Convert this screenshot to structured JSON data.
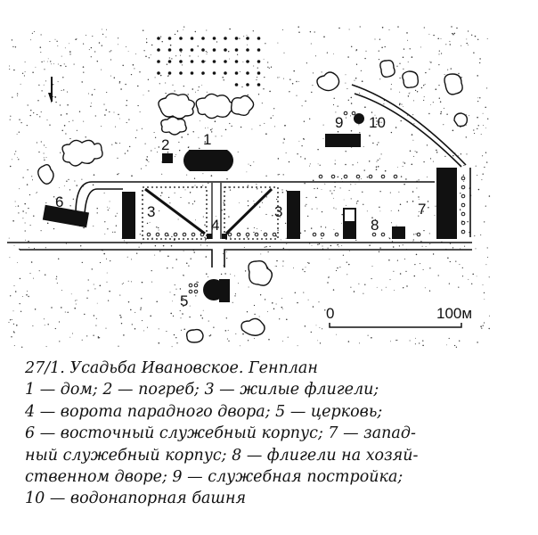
{
  "plan": {
    "labels": {
      "house": "1",
      "cellar": "2",
      "wing_left": "3",
      "wing_right": "3",
      "gate": "4",
      "church": "5",
      "east_service": "6",
      "west_service": "7",
      "yard_wings": "8",
      "service_building": "9",
      "water_tower": "10"
    },
    "scale": {
      "start": "0",
      "end": "100м"
    }
  },
  "caption": {
    "title": "27/1. Усадьба Ивановское. Генплан",
    "lines": [
      "1 — дом; 2 — погреб; 3 — жилые флигели;",
      "4 — ворота парадного двора; 5 — церковь;",
      "6 — восточный служебный корпус; 7 — запад-",
      "ный служебный корпус; 8 — флигели на хозяй-",
      "ственном дворе; 9 — служебная постройка;",
      "10 — водонапорная башня"
    ]
  }
}
